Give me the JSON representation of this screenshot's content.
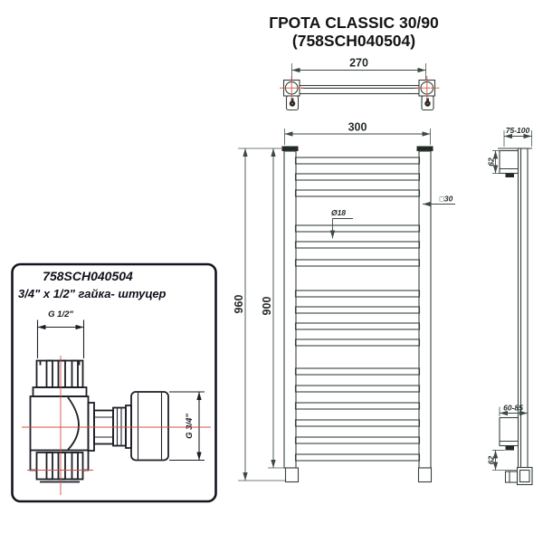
{
  "title": {
    "line1": "ГРОТА CLASSIC 30/90",
    "line2": "(758SCH040504)"
  },
  "top_view": {
    "dim_bracket_span": "270"
  },
  "front_view": {
    "dim_width": "300",
    "dim_height_overall": "960",
    "dim_height_rail": "900",
    "label_tube_diameter": "Ø18",
    "label_profile": "□30"
  },
  "side_view": {
    "dim_top_wall_offset": "75-100",
    "dim_top_bracket_height": "62",
    "dim_bottom_wall_offset": "60-85",
    "dim_bottom_bracket_height": "62"
  },
  "inset": {
    "part_number": "758SCH040504",
    "description": "3/4\" x 1/2\" гайка- штуцер",
    "dim_top_thread": "G 1/2\"",
    "dim_side_thread": "G 3/4\""
  },
  "colors": {
    "line": "#37423b",
    "dimension": "#3c4a43",
    "centerline_red": "#cf5346",
    "inset_line": "#1c1f26",
    "background": "#ffffff"
  }
}
